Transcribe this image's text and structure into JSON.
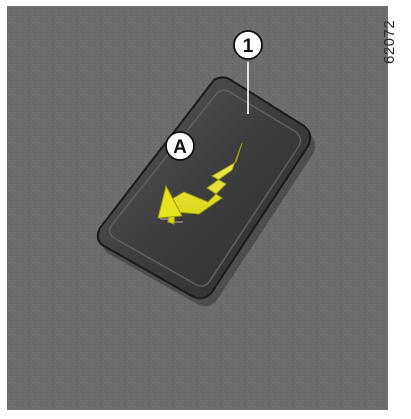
{
  "figure": {
    "reference_code": "62072",
    "callout_number": "1",
    "callout_letter": "A",
    "colors": {
      "background": "#6b6c6e",
      "card_body": "#3c3c3d",
      "arrow_fill": "#e6e21e",
      "callout_fill": "#ffffff",
      "callout_stroke": "#111111"
    },
    "icons": {
      "card": "keycard-icon",
      "arrow": "insert-arrow-icon",
      "slot": "card-slot-icon"
    }
  }
}
